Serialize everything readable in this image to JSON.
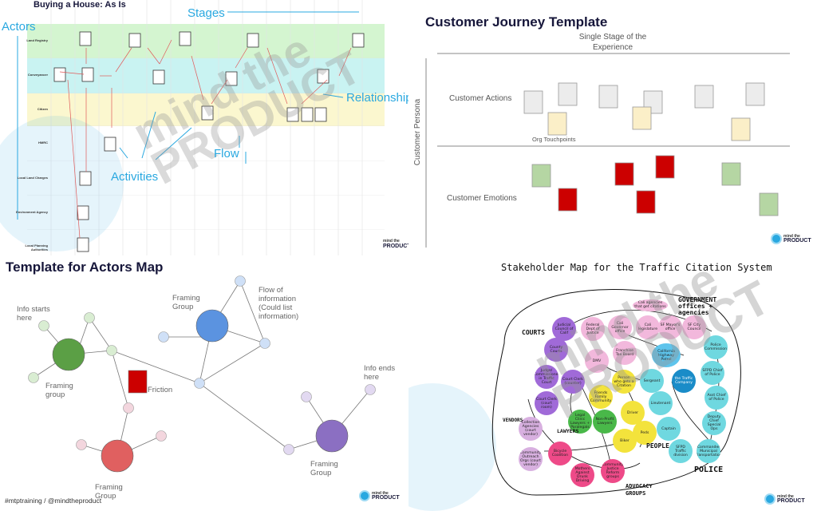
{
  "as_is_map": {
    "title": "Buying a House: As Is",
    "annotations": {
      "actors": "Actors",
      "stages": "Stages",
      "relationship": "Relationship",
      "flow": "Flow",
      "activities": "Activities"
    },
    "lanes": [
      "Land Registry",
      "Conveyancer",
      "Citizen",
      "HMRC",
      "Local Land Charges",
      "Environment Agency",
      "Local Planning Authorities"
    ],
    "lane_colors": [
      "#d4f5d0",
      "#c9f3f2",
      "#fbf7cf",
      "#ffffff",
      "#ffffff",
      "#ffffff",
      "#ffffff"
    ]
  },
  "journey": {
    "title": "Customer Journey Template",
    "stage_label": "Single Stage of the Experience",
    "persona_label": "Customer Persona",
    "actions_label": "Customer Actions",
    "touchpoints_label": "Org Touchpoints",
    "emotions_label": "Customer Emotions",
    "colors": {
      "action": "#ececec",
      "touchpoint": "#fbefc8",
      "positive": "#b5d6a3",
      "negative": "#cc0000"
    }
  },
  "actors_map": {
    "title": "Template for Actors Map",
    "labels": {
      "info_starts": "Info starts here",
      "framing_green": "Framing group",
      "framing_blue": "Framing Group",
      "flow_info": "Flow of information (Could list information)",
      "friction": "Friction",
      "info_ends": "Info ends here",
      "framing_purple": "Framing Group",
      "framing_red": "Framing Group"
    },
    "footer": "#mtptraining / @mindtheproduct",
    "colors": {
      "green": "#5b9f45",
      "blue": "#5b93e0",
      "red": "#e06060",
      "purple": "#8b6fc2",
      "friction": "#cc0000"
    }
  },
  "stakeholder_map": {
    "title": "Stakeholder Map for the Traffic Citation System",
    "groups": [
      "COURTS",
      "GOVERNMENT offices + agencies",
      "VENDORS",
      "LAWYERS",
      "PEOPLE",
      "POLICE",
      "ADVOCACY GROUPS"
    ],
    "stakeholders": [
      "Judicial Council of Calif",
      "Federal Dept of Justice",
      "Cali Governor office",
      "Cali agencies that get citations",
      "Cali legislature",
      "SF Mayor's office",
      "SF City Council",
      "County Courts",
      "DMV",
      "Franchise Tax Board",
      "California Highway Patrol",
      "Police Commission",
      "Judge/ Commissioner in Traffic Court",
      "Court Clerk (counter)",
      "Person who gets a Citation",
      "Sergeant",
      "the Traffic Company",
      "SFPD Chief of Police",
      "Friends Family Community",
      "Court Clerk (court room)",
      "Lieutenant",
      "Asst Chief of Police",
      "Driver",
      "Legal Clinic Lawyers + Paralegals",
      "Non-Profit Lawyers",
      "Collection Agencies (court vendor)",
      "Captain",
      "Deputy Chief Special Ops",
      "Peds",
      "Biker",
      "Community Outreach Orgs (court vendor)",
      "Bicycle Coalition",
      "SFPD Traffic division",
      "Commander Municipal Transportation",
      "Mothers Against Drunk Driving",
      "Community Justice Reform groups"
    ],
    "colors": {
      "courts": "#a06ad8",
      "gov": "#f2b8dc",
      "chp": "#5ec4ec",
      "police": "#6fd8e0",
      "company": "#1a8cc8",
      "people": "#f3e33c",
      "lawyers": "#49b849",
      "vendors": "#d8b0e0",
      "advocacy": "#ee4a88"
    }
  },
  "branding": {
    "logo_line1": "mind the",
    "logo_line2": "PRODUCT",
    "watermark_line1": "mind the",
    "watermark_line2": "PRODUCT"
  }
}
